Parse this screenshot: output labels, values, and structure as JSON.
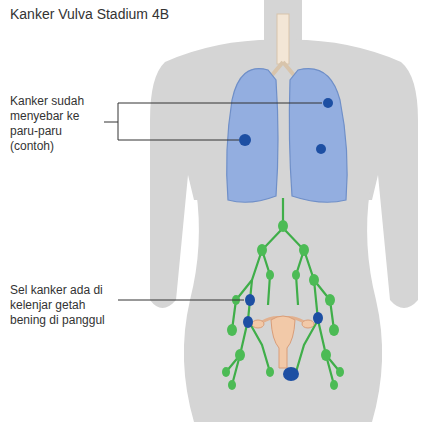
{
  "diagram": {
    "title": "Kanker Vulva Stadium 4B",
    "labels": [
      "Kanker sudah menyebar ke paru-paru (contoh)",
      "Sel kanker ada di kelenjar getah bening di panggul"
    ]
  }
}
